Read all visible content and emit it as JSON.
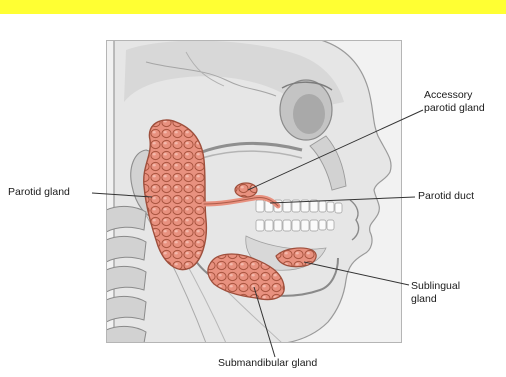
{
  "theme": {
    "top_band_color": "#ffff33",
    "gland_color": "#e8917f",
    "gland_outline": "#a8543f",
    "skin_color": "#e6e6e6",
    "bone_color": "#d2d2d2",
    "line_color": "#333333"
  },
  "labels": {
    "parotid_gland": "Parotid gland",
    "accessory_parotid_gland": [
      "Accessory",
      "parotid gland"
    ],
    "parotid_duct": "Parotid duct",
    "sublingual_gland": [
      "Sublingual",
      "gland"
    ],
    "submandibular_gland": "Submandibular gland"
  },
  "icons": {
    "illustration": "head-salivary-glands-illustration"
  }
}
